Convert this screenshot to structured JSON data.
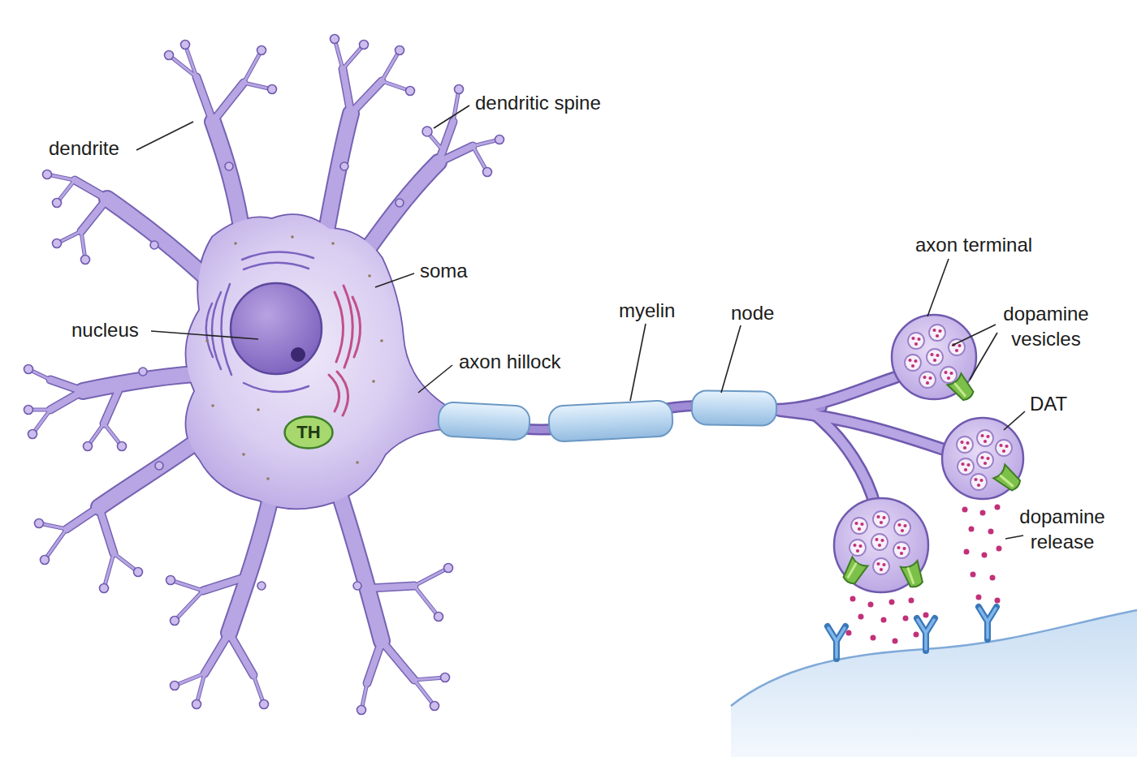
{
  "diagram": {
    "nodes": [
      {
        "text": [
          "TH"
        ]
      }
    ],
    "labels": [
      "dendrite",
      "dendritic spine",
      "soma",
      "nucleus",
      "axon hillock",
      "myelin",
      "node",
      "axon terminal",
      "dopamine vesicles",
      "DAT",
      "dopamine release"
    ]
  }
}
